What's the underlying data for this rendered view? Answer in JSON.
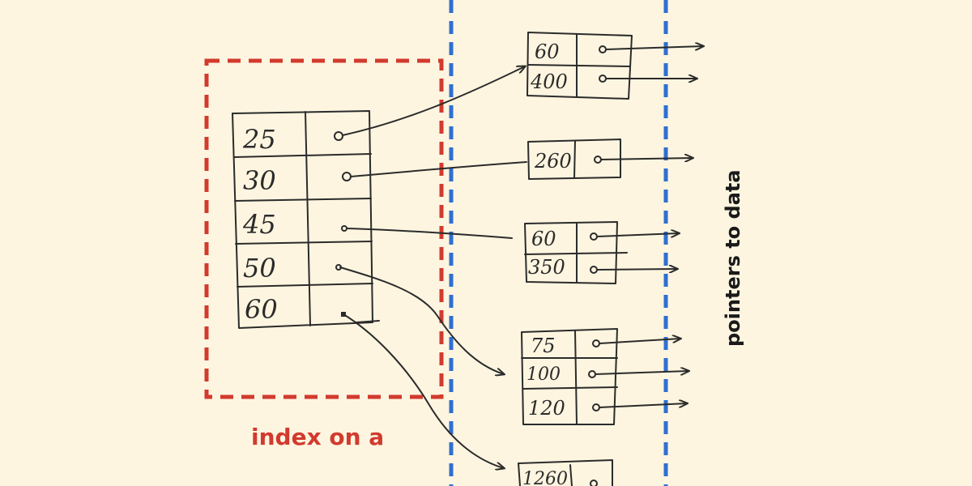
{
  "index_label": "index on a",
  "side_label": "pointers to data",
  "colors": {
    "background": "#fdf5e0",
    "index_boundary": "#d23a2e",
    "page_boundary": "#2f6fd0",
    "ink": "#2b2b2b"
  },
  "index_keys": [
    "25",
    "30",
    "45",
    "50",
    "60"
  ],
  "pages": [
    {
      "keys": [
        "60",
        "400"
      ]
    },
    {
      "keys": [
        "260"
      ]
    },
    {
      "keys": [
        "60",
        "350"
      ]
    },
    {
      "keys": [
        "75",
        "100",
        "120"
      ]
    },
    {
      "keys": [
        "1260"
      ]
    }
  ]
}
